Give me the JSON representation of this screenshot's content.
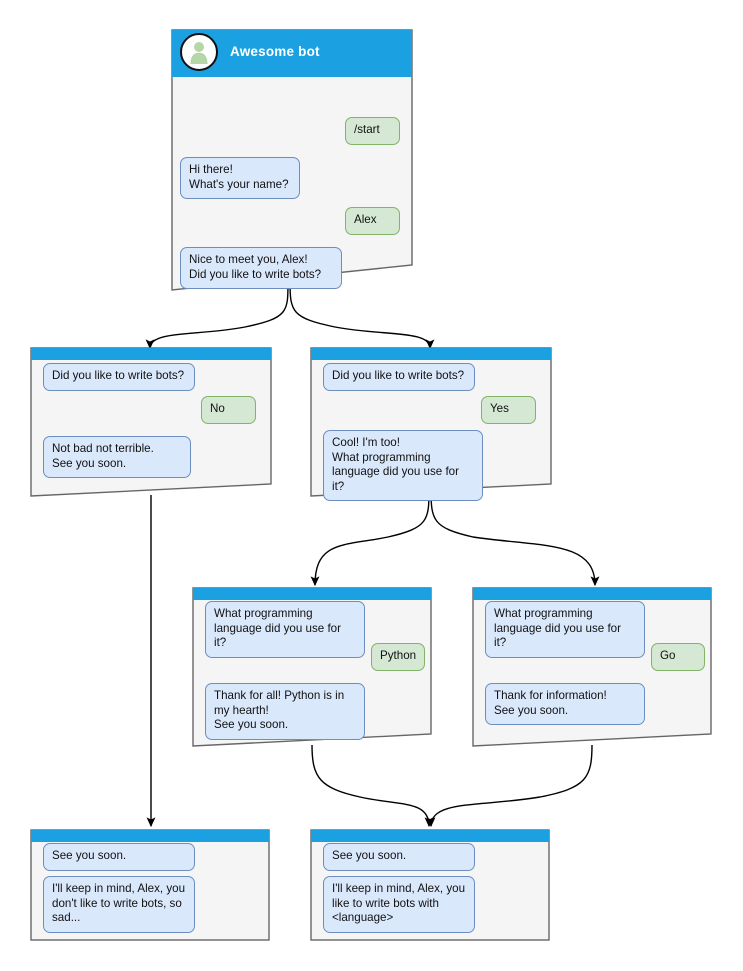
{
  "diagram": {
    "title": "Awesome bot conversation flow",
    "colors": {
      "header_blue": "#1ba1e2",
      "node_bg": "#f5f5f5",
      "node_border": "#666666",
      "bot_bubble_fill": "#dae8fc",
      "bot_bubble_border": "#6c8ebf",
      "user_bubble_fill": "#d5e8d4",
      "user_bubble_border": "#82b366",
      "edge": "#000000",
      "avatar_person": "#b5d6a8"
    },
    "icons": {
      "avatar": "person-avatar-icon"
    }
  },
  "nodes": [
    {
      "id": "start",
      "header_title": "Awesome bot",
      "has_avatar": true,
      "messages": [
        {
          "from": "user",
          "text": "/start"
        },
        {
          "from": "bot",
          "text": "Hi there!\nWhat's your name?"
        },
        {
          "from": "user",
          "text": "Alex"
        },
        {
          "from": "bot",
          "text": "Nice to meet you, Alex!\nDid you like to write bots?"
        }
      ]
    },
    {
      "id": "answer-no",
      "header_title": "",
      "has_avatar": false,
      "messages": [
        {
          "from": "bot",
          "text": "Did you like to write bots?"
        },
        {
          "from": "user",
          "text": "No"
        },
        {
          "from": "bot",
          "text": "Not bad not terrible.\nSee you soon."
        }
      ]
    },
    {
      "id": "answer-yes",
      "header_title": "",
      "has_avatar": false,
      "messages": [
        {
          "from": "bot",
          "text": "Did you like to write bots?"
        },
        {
          "from": "user",
          "text": "Yes"
        },
        {
          "from": "bot",
          "text": "Cool! I'm too!\nWhat programming\nlanguage did you use for it?"
        }
      ]
    },
    {
      "id": "language-python",
      "header_title": "",
      "has_avatar": false,
      "messages": [
        {
          "from": "bot",
          "text": "What programming\nlanguage did you use for it?"
        },
        {
          "from": "user",
          "text": "Python"
        },
        {
          "from": "bot",
          "text": "Thank for all! Python is in\nmy hearth!\nSee you soon."
        }
      ]
    },
    {
      "id": "language-go",
      "header_title": "",
      "has_avatar": false,
      "messages": [
        {
          "from": "bot",
          "text": "What programming\nlanguage did you use for it?"
        },
        {
          "from": "user",
          "text": "Go"
        },
        {
          "from": "bot",
          "text": "Thank for information!\nSee you soon."
        }
      ]
    },
    {
      "id": "end-sad",
      "header_title": "",
      "has_avatar": false,
      "messages": [
        {
          "from": "bot",
          "text": "See you soon."
        },
        {
          "from": "bot",
          "text": "I'll keep in mind, Alex, you\ndon't like to write bots, so\nsad..."
        }
      ]
    },
    {
      "id": "end-happy",
      "header_title": "",
      "has_avatar": false,
      "messages": [
        {
          "from": "bot",
          "text": "See you soon."
        },
        {
          "from": "bot",
          "text": "I'll keep in mind, Alex, you\nlike to write bots with\n<language>"
        }
      ]
    }
  ]
}
